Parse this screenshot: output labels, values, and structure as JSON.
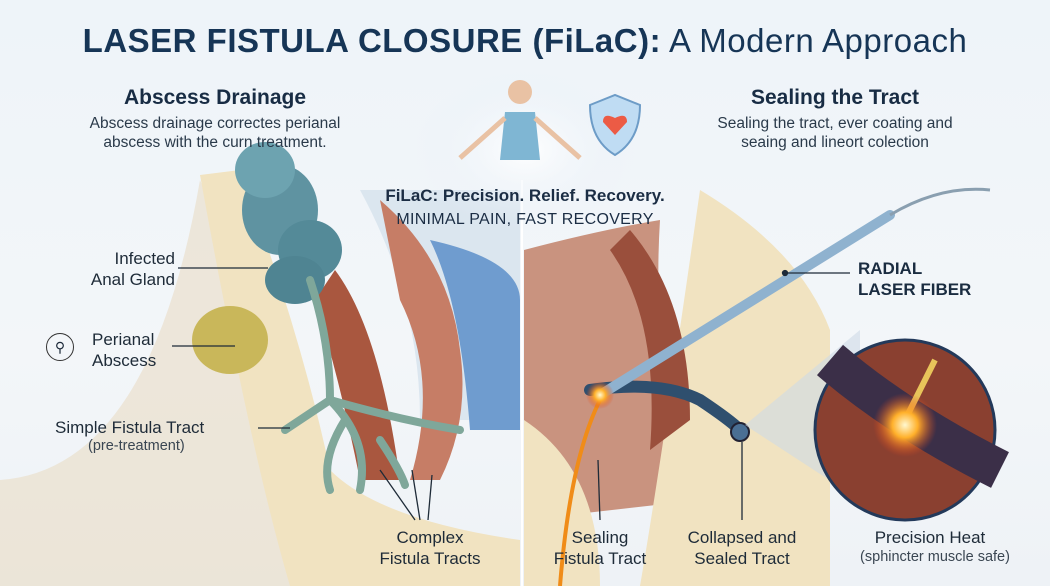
{
  "title": {
    "bold": "LASER FISTULA CLOSURE (FiLaC):",
    "rest": " A Modern Approach"
  },
  "left_panel": {
    "heading": "Abscess Drainage",
    "description_line1": "Abscess drainage correctes perianal",
    "description_line2": "abscess with the curn treatment.",
    "labels": {
      "infected_gland_1": "Infected",
      "infected_gland_2": "Anal Gland",
      "abscess_1": "Perianal",
      "abscess_2": "Abscess",
      "simple_tract": "Simple Fistula Tract",
      "simple_tract_note": "(pre-treatment)",
      "complex_1": "Complex",
      "complex_2": "Fistula Tracts"
    }
  },
  "center": {
    "tagline": "FiLaC: Precision. Relief. Recovery.",
    "subtagline": "MINIMAL PAIN, FAST RECOVERY"
  },
  "right_panel": {
    "heading": "Sealing the Tract",
    "description_line1": "Sealing the tract, ever coating and",
    "description_line2": "seaing and lineort colection",
    "labels": {
      "fiber_1": "RADIAL",
      "fiber_2": "LASER FIBER",
      "sealing_1": "Sealing",
      "sealing_2": "Fistula Tract",
      "collapsed_1": "Collapsed and",
      "collapsed_2": "Sealed Tract",
      "heat": "Precision Heat",
      "heat_note": "(sphincter muscle safe)"
    }
  },
  "colors": {
    "navy": "#163556",
    "tract": "#7fa79a",
    "laser": "#f59a1c",
    "abscess": "#c9b75a"
  }
}
